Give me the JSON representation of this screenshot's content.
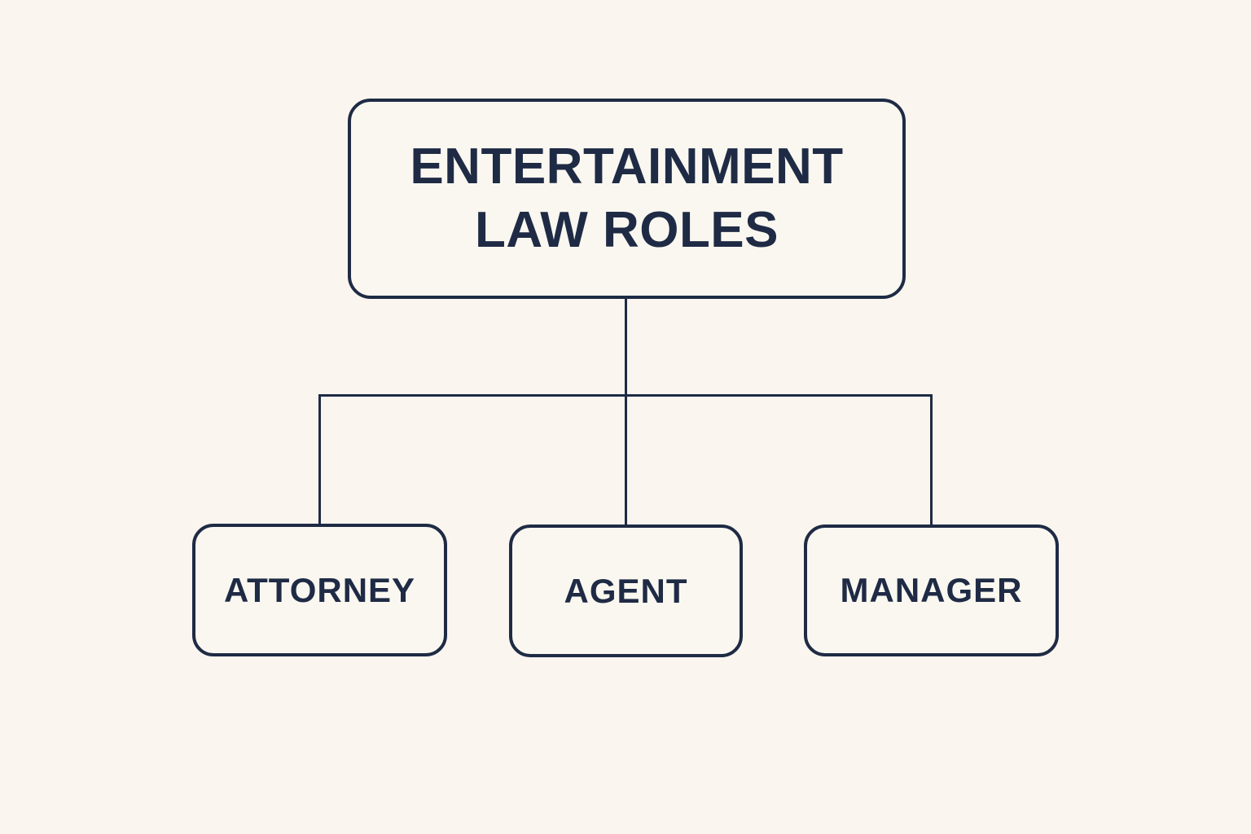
{
  "colors": {
    "background": "#faf6ef",
    "box_fill": "#faf7f0",
    "line": "#1f2b45",
    "text": "#1f2b45"
  },
  "org_chart": {
    "root": {
      "label": "ENTERTAINMENT LAW ROLES"
    },
    "children": [
      {
        "label": "ATTORNEY"
      },
      {
        "label": "AGENT"
      },
      {
        "label": "MANAGER"
      }
    ]
  }
}
